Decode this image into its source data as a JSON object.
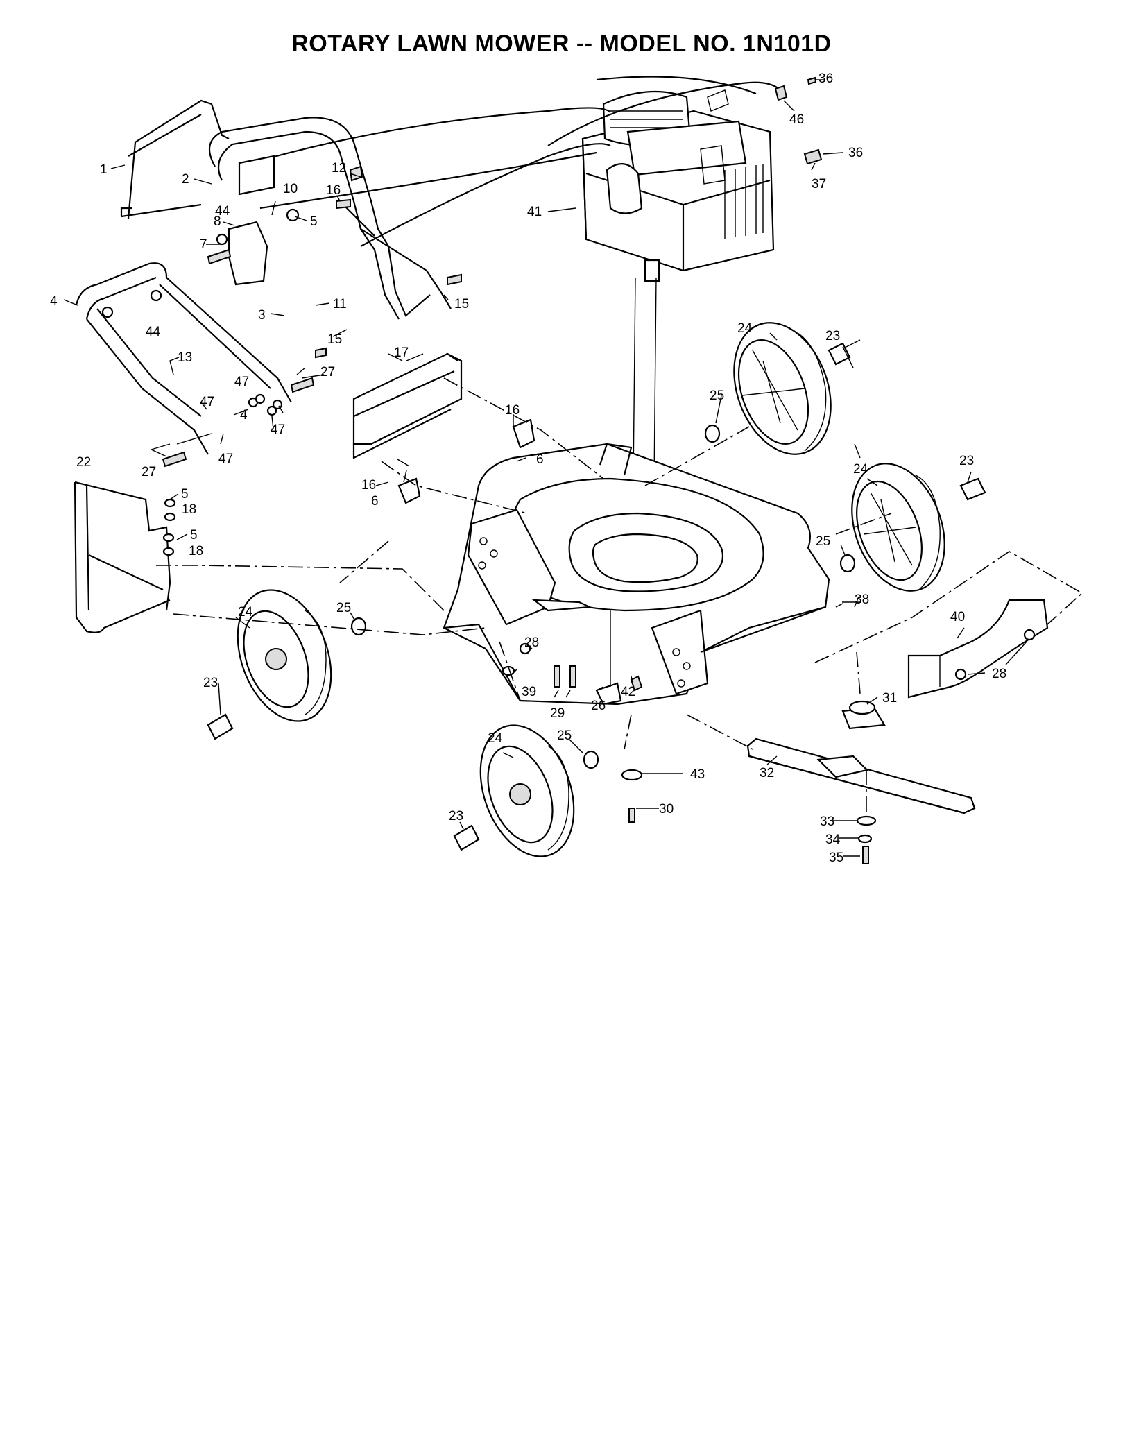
{
  "title": "ROTARY LAWN MOWER -- MODEL NO. 1N101D",
  "callouts": [
    {
      "id": "c1",
      "text": "1"
    },
    {
      "id": "c2",
      "text": "2"
    },
    {
      "id": "c3",
      "text": "3"
    },
    {
      "id": "c4a",
      "text": "4"
    },
    {
      "id": "c4b",
      "text": "4"
    },
    {
      "id": "c5a",
      "text": "5"
    },
    {
      "id": "c5b",
      "text": "5"
    },
    {
      "id": "c5c",
      "text": "5"
    },
    {
      "id": "c6a",
      "text": "6"
    },
    {
      "id": "c6b",
      "text": "6"
    },
    {
      "id": "c7",
      "text": "7"
    },
    {
      "id": "c8",
      "text": "8"
    },
    {
      "id": "c10",
      "text": "10"
    },
    {
      "id": "c11",
      "text": "11"
    },
    {
      "id": "c12",
      "text": "12"
    },
    {
      "id": "c13",
      "text": "13"
    },
    {
      "id": "c15a",
      "text": "15"
    },
    {
      "id": "c15b",
      "text": "15"
    },
    {
      "id": "c16a",
      "text": "16"
    },
    {
      "id": "c16b",
      "text": "16"
    },
    {
      "id": "c16c",
      "text": "16"
    },
    {
      "id": "c17",
      "text": "17"
    },
    {
      "id": "c18a",
      "text": "18"
    },
    {
      "id": "c18b",
      "text": "18"
    },
    {
      "id": "c22",
      "text": "22"
    },
    {
      "id": "c23a",
      "text": "23"
    },
    {
      "id": "c23b",
      "text": "23"
    },
    {
      "id": "c23c",
      "text": "23"
    },
    {
      "id": "c23d",
      "text": "23"
    },
    {
      "id": "c24a",
      "text": "24"
    },
    {
      "id": "c24b",
      "text": "24"
    },
    {
      "id": "c24c",
      "text": "24"
    },
    {
      "id": "c24d",
      "text": "24"
    },
    {
      "id": "c25a",
      "text": "25"
    },
    {
      "id": "c25b",
      "text": "25"
    },
    {
      "id": "c25c",
      "text": "25"
    },
    {
      "id": "c25d",
      "text": "25"
    },
    {
      "id": "c26",
      "text": "26"
    },
    {
      "id": "c27a",
      "text": "27"
    },
    {
      "id": "c27b",
      "text": "27"
    },
    {
      "id": "c28a",
      "text": "28"
    },
    {
      "id": "c28b",
      "text": "28"
    },
    {
      "id": "c29",
      "text": "29"
    },
    {
      "id": "c30",
      "text": "30"
    },
    {
      "id": "c31",
      "text": "31"
    },
    {
      "id": "c32",
      "text": "32"
    },
    {
      "id": "c33",
      "text": "33"
    },
    {
      "id": "c34",
      "text": "34"
    },
    {
      "id": "c35",
      "text": "35"
    },
    {
      "id": "c36a",
      "text": "36"
    },
    {
      "id": "c36b",
      "text": "36"
    },
    {
      "id": "c37",
      "text": "37"
    },
    {
      "id": "c38",
      "text": "38"
    },
    {
      "id": "c39",
      "text": "39"
    },
    {
      "id": "c40",
      "text": "40"
    },
    {
      "id": "c41",
      "text": "41"
    },
    {
      "id": "c42",
      "text": "42"
    },
    {
      "id": "c43",
      "text": "43"
    },
    {
      "id": "c44a",
      "text": "44"
    },
    {
      "id": "c44b",
      "text": "44"
    },
    {
      "id": "c46",
      "text": "46"
    },
    {
      "id": "c47a",
      "text": "47"
    },
    {
      "id": "c47b",
      "text": "47"
    },
    {
      "id": "c47c",
      "text": "47"
    },
    {
      "id": "c47d",
      "text": "47"
    }
  ]
}
